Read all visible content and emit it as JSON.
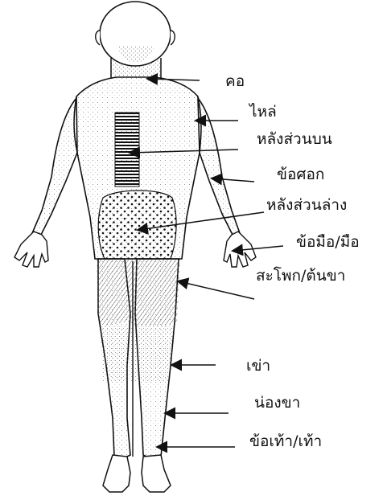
{
  "labels": {
    "neck": "คอ",
    "shoulder": "ไหล่",
    "upper_back": "หลังส่วนบน",
    "elbow": "ข้อศอก",
    "lower_back": "หลังส่วนล่าง",
    "wrist_hand": "ข้อมือ/มือ",
    "hip_thigh": "สะโพก/ต้นขา",
    "knee": "เข่า",
    "calf": "น่องขา",
    "ankle_foot": "ข้อเท้า/เท้า"
  },
  "colors": {
    "line": "#111111",
    "background": "#ffffff"
  }
}
